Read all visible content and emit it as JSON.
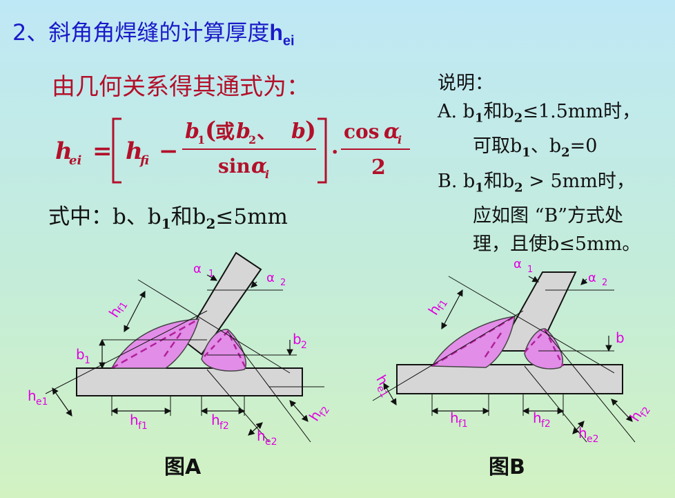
{
  "title": {
    "text": "2、斜角角焊缝的计算厚度",
    "var": "h",
    "sub": "ei"
  },
  "formula_intro": "由几何关系得其通式为：",
  "formula": {
    "lhs": "h",
    "lhs_sub": "ei",
    "eq": "=",
    "term1": "h",
    "term1_sub": "fi",
    "minus": "−",
    "num_b1": "b",
    "num_b1_sub": "1",
    "num_paren_text": "或",
    "num_b2": "b",
    "num_b2_sub": "2",
    "num_sep": "、",
    "num_b": "b",
    "den": "sin",
    "den_alpha": "α",
    "den_alpha_sub": "i",
    "dot": "·",
    "cos": "cos",
    "cos_alpha": "α",
    "cos_alpha_sub": "i",
    "two": "2"
  },
  "condition": {
    "pre": "式中：b、b",
    "s1": "1",
    "mid": "和b",
    "s2": "2",
    "post": "≤5mm"
  },
  "notes": {
    "heading": "说明：",
    "a1": {
      "pre": "A. b",
      "s1": "1",
      "mid": "和b",
      "s2": "2",
      "post": "≤1.5mm时，"
    },
    "a2": {
      "pre": "可取b",
      "s1": "1",
      "mid": "、b",
      "s2": "2",
      "post": "=0"
    },
    "b1": {
      "pre": "B. b",
      "s1": "1",
      "mid": "和b",
      "s2": "2",
      "post": " > 5mm时，"
    },
    "b2": "应如图 “B”方式处",
    "b3": "理，且使b≤5mm。"
  },
  "figA": {
    "caption": "图A",
    "labels": {
      "alpha1": "α",
      "alpha1_sub": "1",
      "alpha2": "α",
      "alpha2_sub": "2",
      "hf1_diag": "h",
      "hf1_diag_sub": "f1",
      "b1": "b",
      "b1_sub": "1",
      "b2": "b",
      "b2_sub": "2",
      "he1": "h",
      "he1_sub": "e1",
      "hf1": "h",
      "hf1_sub": "f1",
      "hf2": "h",
      "hf2_sub": "f2",
      "he2": "h",
      "he2_sub": "e2",
      "hf2_diag": "h",
      "hf2_diag_sub": "f2"
    }
  },
  "figB": {
    "caption": "图B",
    "labels": {
      "alpha1": "α",
      "alpha1_sub": "1",
      "alpha2": "α",
      "alpha2_sub": "2",
      "hf1_diag": "h",
      "hf1_diag_sub": "f1",
      "b": "b",
      "he1": "h",
      "he1_sub": "e1",
      "hf1": "h",
      "hf1_sub": "f1",
      "hf2": "h",
      "hf2_sub": "f2",
      "he2": "h",
      "he2_sub": "e2",
      "hf2_diag": "h",
      "hf2_diag_sub": "f2"
    }
  },
  "colors": {
    "title": "#1a1ac8",
    "formula": "#b3102a",
    "weld_fill": "#e28de8",
    "weld_dash": "#b0209a",
    "label": "#e000e0",
    "plate": "#d6d6d6"
  }
}
